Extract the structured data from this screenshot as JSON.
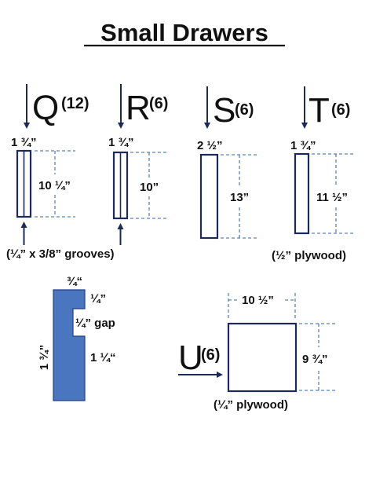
{
  "title": "Small Drawers",
  "colors": {
    "outline": "#1b2a5a",
    "dimension_lines": "#5a83b8",
    "gap_profile": "#4a76bf"
  },
  "parts": {
    "q": {
      "letter": "Q",
      "count": "(12)",
      "width": "1 ¾”",
      "height": "10 ¼”"
    },
    "r": {
      "letter": "R",
      "count": "(6)",
      "width": "1 ¾”",
      "height": "10”"
    },
    "s": {
      "letter": "S",
      "count": "(6)",
      "width": "2 ½”",
      "height": "13”"
    },
    "t": {
      "letter": "T",
      "count": "(6)",
      "width": "1 ¾”",
      "height": "11 ½”"
    },
    "u": {
      "letter": "U",
      "count": "(6)",
      "width": "10 ½”",
      "height": "9 ¾”"
    }
  },
  "notes": {
    "grooves": "(¼” x 3/8” grooves)",
    "half_plywood": "(½” plywood)",
    "quarter_plywood": "(¼” plywood)"
  },
  "profile": {
    "top_width": "¾“",
    "notch_top": "¼”",
    "gap": "¼” gap",
    "lower": "1 ¼“",
    "height": "1 ¾”"
  }
}
